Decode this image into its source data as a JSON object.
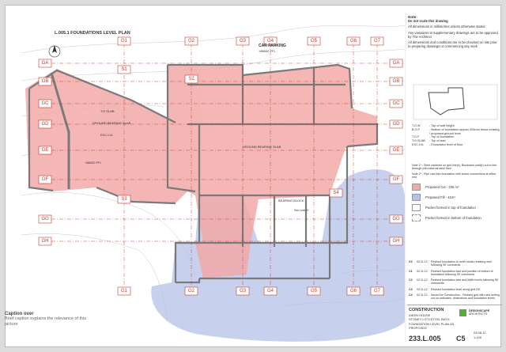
{
  "plan": {
    "title": "L.005.1 FOUNDATIONS LEVEL PLAN",
    "car_parking": "CAR PARKING",
    "car_parking_level": "+88000 FFL",
    "labels": {
      "slab1": "T.O SLAB",
      "slab2": "GROUND BEARING SLAB",
      "excavl": "EXC.LVL",
      "ffl": "+88000 FFL",
      "raft": "GROUND BEARING SLAB",
      "bearing": "BEARING BLOCK",
      "stair": "See note 1*"
    }
  },
  "grid": {
    "columns": [
      "G1",
      "G2",
      "G3",
      "G4",
      "G5",
      "G6",
      "G7"
    ],
    "rows": [
      "GA",
      "GB",
      "GC",
      "GD",
      "GE",
      "GF",
      "GG",
      "GH"
    ],
    "steps": [
      "S1",
      "S2",
      "S3",
      "S4"
    ]
  },
  "notes": {
    "heading": "Note:",
    "line1": "Do not scale this drawing",
    "line2": "All dimensions in millimetres unless otherwise stated",
    "line3": "Any variations to supplementary drawings are to be approved by The Architect",
    "line4": "All dimensions and conditions are to be checked on site prior to preparing drawings or commencing any work"
  },
  "abbreviations": [
    {
      "key": "T.O.W",
      "text": "- Top of wall height"
    },
    {
      "key": "B.O.F",
      "text": "- Bottom of foundation approx 900mm below existing / proposed ground level"
    },
    {
      "key": "T.O.F",
      "text": "- Top of foundation"
    },
    {
      "key": "T.O.SLAB",
      "text": "- Top of slab"
    },
    {
      "key": "EXC.LVL",
      "text": "- Excavation level of floor"
    }
  ],
  "side_notes": {
    "n1": "Note 1* : Steel cantered on grid line(s). Blockwork wall(s) cut to line through with external steel face",
    "n2": "Note 2* : Pipe cast into foundation with locker connections at either end"
  },
  "legend": [
    {
      "label": "Proposed Cut - 235 m³",
      "color": "#f2aaa9"
    },
    {
      "label": "Proposed Fill - 41m³",
      "color": "#b4c2e8"
    },
    {
      "label": "Pocket formed in top of foundation",
      "color": "#ffffff"
    },
    {
      "label": "Pocket formed in bottom of foundation",
      "color": "#ffffff"
    }
  ],
  "revisions": [
    {
      "rev": "C0",
      "date": "02.11.12",
      "text": "Revised foundation to north studio retaining wall following SE comments"
    },
    {
      "rev": "C1",
      "date": "02.11.12",
      "text": "Revised foundation size and position of bottom of foundation following SE comments"
    },
    {
      "rev": "C2",
      "date": "02.11.12",
      "text": "Revised foundation size and width levels following SE comments"
    },
    {
      "rev": "C3",
      "date": "02.11.12",
      "text": "Revised foundation level along grid G5"
    },
    {
      "rev": "C4",
      "date": "02.11.12",
      "text": "Issued for Construction - Revised grid with new setting out co-ordinates, dimensions and foundation levels"
    }
  ],
  "titleblock": {
    "type": "CONSTRUCTION",
    "client": "AIKEN HOUSE",
    "project": "STONEY LITTLETON, BATH",
    "drawing_label": "FOUNDATION LEVEL PLAN AS PROPOSED",
    "number": "233.L.005",
    "revision": "C5",
    "date": "03.08.12",
    "scale": "1:100",
    "logo_line1": "DESIGNSCAPE",
    "logo_line2": "ARCHITECTS"
  },
  "caption": {
    "title": "Caption over",
    "text": "Brief caption explains the relevance of this picture"
  },
  "colors": {
    "cut": "#f2aaa9",
    "fill": "#b4c2e8",
    "grid": "#c0392b",
    "wall": "#7a7a7a"
  }
}
